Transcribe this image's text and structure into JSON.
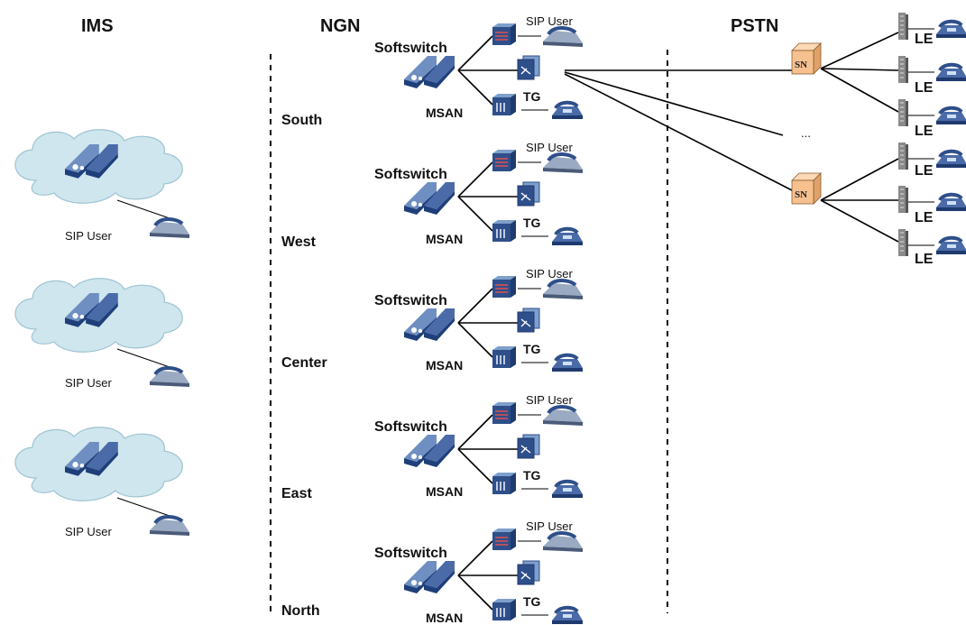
{
  "headers": {
    "ims": "IMS",
    "ngn": "NGN",
    "pstn": "PSTN"
  },
  "ims_sites": [
    {
      "user_label": "SIP User"
    },
    {
      "user_label": "SIP User"
    },
    {
      "user_label": "SIP User"
    }
  ],
  "ngn_regions": [
    {
      "name": "South",
      "softswitch": "Softswitch",
      "sip_user": "SIP User",
      "msan": "MSAN",
      "tg": "TG"
    },
    {
      "name": "West",
      "softswitch": "Softswitch",
      "sip_user": "SIP User",
      "msan": "MSAN",
      "tg": "TG"
    },
    {
      "name": "Center",
      "softswitch": "Softswitch",
      "sip_user": "SIP User",
      "msan": "MSAN",
      "tg": "TG"
    },
    {
      "name": "East",
      "softswitch": "Softswitch",
      "sip_user": "SIP User",
      "msan": "MSAN",
      "tg": "TG"
    },
    {
      "name": "North",
      "softswitch": "Softswitch",
      "sip_user": "SIP User",
      "msan": "MSAN",
      "tg": "TG"
    }
  ],
  "pstn": {
    "sn_label": "SN",
    "ellipsis": "...",
    "le_label": "LE"
  },
  "colors": {
    "cloud": "#cfe6ee",
    "device": "#2f4f8a",
    "device_light": "#7f9fcc",
    "sn_box": "#f6c08f",
    "le_tower": "#8a8a8a"
  }
}
